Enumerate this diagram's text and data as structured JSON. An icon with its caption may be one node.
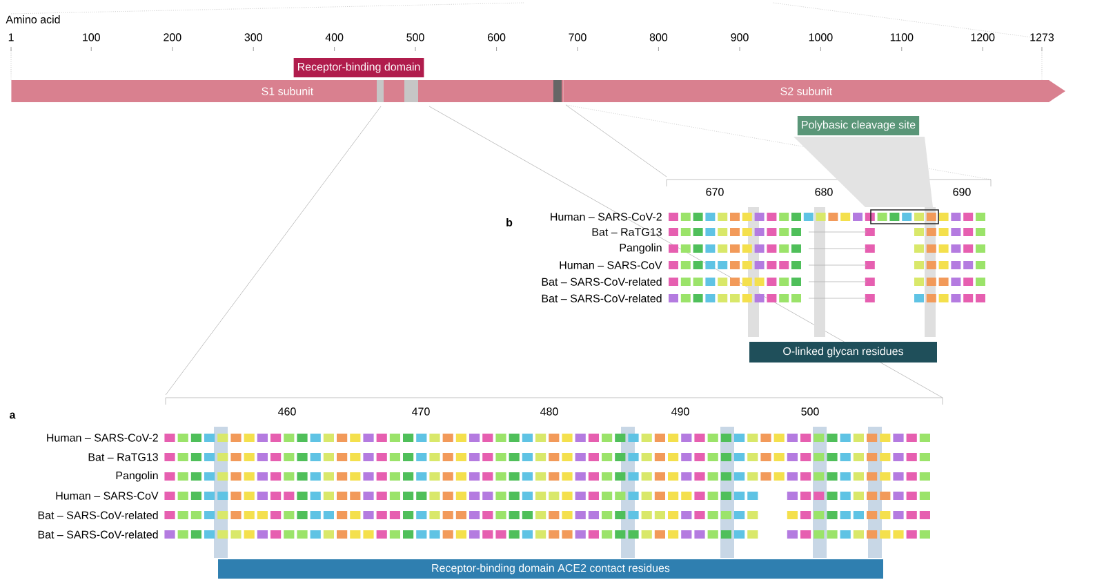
{
  "diagram": {
    "nodes": [
      {
        "text": [
          "S1 subunit"
        ]
      },
      {
        "text": [
          "S2 subunit"
        ]
      },
      {
        "text": [
          "Receptor-binding domain"
        ]
      },
      {
        "text": [
          "Polybasic cleavage site"
        ]
      },
      {
        "text": [
          "O-linked glycan residues"
        ]
      },
      {
        "text": [
          "Receptor-binding domain ACE2 contact residues"
        ]
      }
    ],
    "labels": [
      "Amino acid",
      "1",
      "100",
      "200",
      "300",
      "400",
      "500",
      "600",
      "700",
      "800",
      "900",
      "1000",
      "1100",
      "1200",
      "1273",
      "b",
      "670",
      "680",
      "690",
      "Human – SARS-CoV-2",
      "Bat – RaTG13",
      "Pangolin",
      "Human – SARS-CoV",
      "Bat – SARS-CoV-related",
      "Bat – SARS-CoV-related",
      "a",
      "460",
      "470",
      "480",
      "490",
      "500",
      "Human – SARS-CoV-2",
      "Bat – RaTG13",
      "Pangolin",
      "Human – SARS-CoV",
      "Bat – SARS-CoV-related",
      "Bat – SARS-CoV-related"
    ]
  }
}
